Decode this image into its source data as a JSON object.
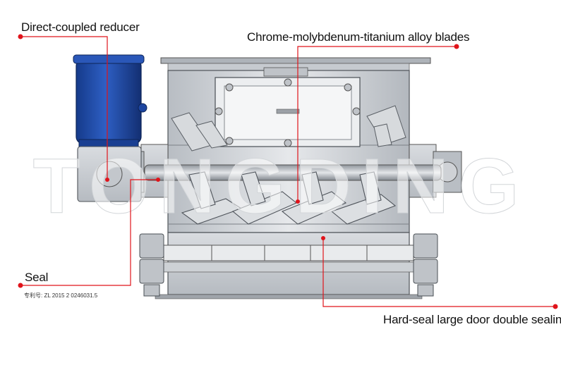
{
  "labels": {
    "reducer": "Direct-coupled reducer",
    "blades": "Chrome-molybdenum-titanium alloy blades",
    "seal": "Seal",
    "door": "Hard-seal large door double sealing"
  },
  "patent": "专利号: ZL 2015 2 0246031.5",
  "watermark": "TONGDING",
  "colors": {
    "accent": "#e0141b",
    "motor": "#1f4aa8",
    "machine_steel": "#c9cdd2"
  }
}
